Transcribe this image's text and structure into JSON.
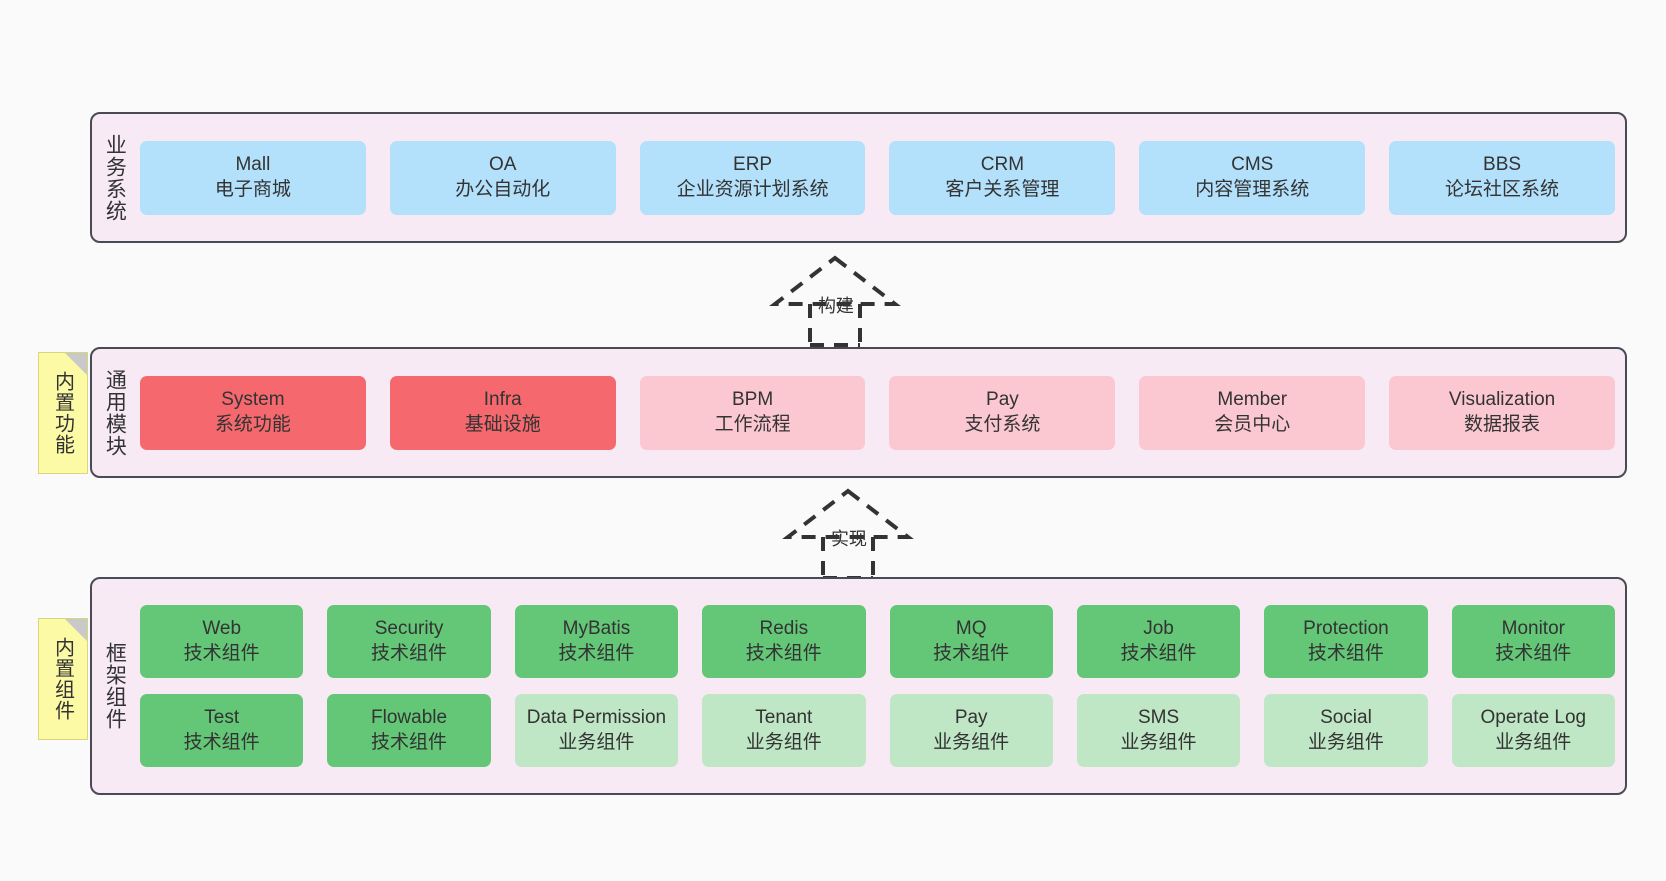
{
  "diagram": {
    "background_color": "#fafafa",
    "panel_color": "#f7eaf5",
    "panel_border_color": "#4a4a55",
    "note_color": "#fcfaa4"
  },
  "notes": [
    {
      "id": "builtin-function",
      "label": "内置功能"
    },
    {
      "id": "builtin-component",
      "label": "内置组件"
    }
  ],
  "connectors": [
    {
      "id": "build",
      "label": "构建",
      "style": "dashed-generalization",
      "direction": "up"
    },
    {
      "id": "implement",
      "label": "实现",
      "style": "dashed-generalization",
      "direction": "up"
    }
  ],
  "layers": [
    {
      "id": "business",
      "title": "业务系统",
      "rows": [
        {
          "cells": [
            {
              "name": "Mall",
              "desc": "电子商城",
              "color": "#b3e0fa",
              "color_class": "c-blue"
            },
            {
              "name": "OA",
              "desc": "办公自动化",
              "color": "#b3e0fa",
              "color_class": "c-blue"
            },
            {
              "name": "ERP",
              "desc": "企业资源计划系统",
              "color": "#b3e0fa",
              "color_class": "c-blue"
            },
            {
              "name": "CRM",
              "desc": "客户关系管理",
              "color": "#b3e0fa",
              "color_class": "c-blue"
            },
            {
              "name": "CMS",
              "desc": "内容管理系统",
              "color": "#b3e0fa",
              "color_class": "c-blue"
            },
            {
              "name": "BBS",
              "desc": "论坛社区系统",
              "color": "#b3e0fa",
              "color_class": "c-blue"
            }
          ]
        }
      ]
    },
    {
      "id": "common",
      "title": "通用模块",
      "rows": [
        {
          "cells": [
            {
              "name": "System",
              "desc": "系统功能",
              "color": "#f4686e",
              "color_class": "c-red"
            },
            {
              "name": "Infra",
              "desc": "基础设施",
              "color": "#f4686e",
              "color_class": "c-red"
            },
            {
              "name": "BPM",
              "desc": "工作流程",
              "color": "#fbc8d2",
              "color_class": "c-pink"
            },
            {
              "name": "Pay",
              "desc": "支付系统",
              "color": "#fbc8d2",
              "color_class": "c-pink"
            },
            {
              "name": "Member",
              "desc": "会员中心",
              "color": "#fbc8d2",
              "color_class": "c-pink"
            },
            {
              "name": "Visualization",
              "desc": "数据报表",
              "color": "#fbc8d2",
              "color_class": "c-pink"
            }
          ]
        }
      ]
    },
    {
      "id": "framework",
      "title": "框架组件",
      "rows": [
        {
          "cells": [
            {
              "name": "Web",
              "desc": "技术组件",
              "color": "#63c777",
              "color_class": "c-green"
            },
            {
              "name": "Security",
              "desc": "技术组件",
              "color": "#63c777",
              "color_class": "c-green"
            },
            {
              "name": "MyBatis",
              "desc": "技术组件",
              "color": "#63c777",
              "color_class": "c-green"
            },
            {
              "name": "Redis",
              "desc": "技术组件",
              "color": "#63c777",
              "color_class": "c-green"
            },
            {
              "name": "MQ",
              "desc": "技术组件",
              "color": "#63c777",
              "color_class": "c-green"
            },
            {
              "name": "Job",
              "desc": "技术组件",
              "color": "#63c777",
              "color_class": "c-green"
            },
            {
              "name": "Protection",
              "desc": "技术组件",
              "color": "#63c777",
              "color_class": "c-green"
            },
            {
              "name": "Monitor",
              "desc": "技术组件",
              "color": "#63c777",
              "color_class": "c-green"
            }
          ]
        },
        {
          "cells": [
            {
              "name": "Test",
              "desc": "技术组件",
              "color": "#63c777",
              "color_class": "c-green"
            },
            {
              "name": "Flowable",
              "desc": "技术组件",
              "color": "#63c777",
              "color_class": "c-green"
            },
            {
              "name": "Data Permission",
              "desc": "业务组件",
              "color": "#bfe6c5",
              "color_class": "c-lightgrn"
            },
            {
              "name": "Tenant",
              "desc": "业务组件",
              "color": "#bfe6c5",
              "color_class": "c-lightgrn"
            },
            {
              "name": "Pay",
              "desc": "业务组件",
              "color": "#bfe6c5",
              "color_class": "c-lightgrn"
            },
            {
              "name": "SMS",
              "desc": "业务组件",
              "color": "#bfe6c5",
              "color_class": "c-lightgrn"
            },
            {
              "name": "Social",
              "desc": "业务组件",
              "color": "#bfe6c5",
              "color_class": "c-lightgrn"
            },
            {
              "name": "Operate Log",
              "desc": "业务组件",
              "color": "#bfe6c5",
              "color_class": "c-lightgrn"
            }
          ]
        }
      ]
    }
  ]
}
